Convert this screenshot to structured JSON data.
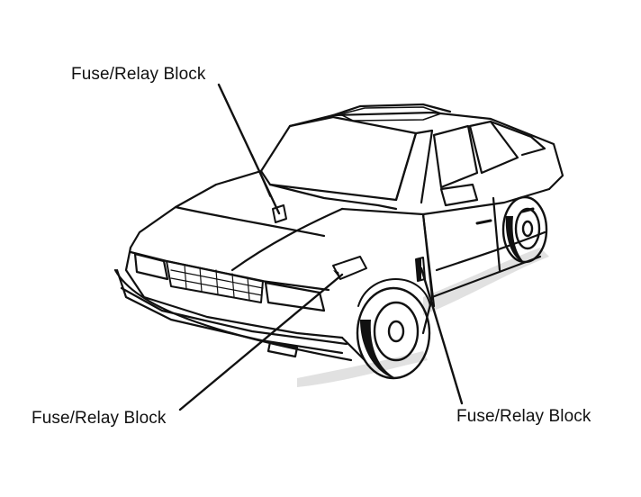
{
  "labels": {
    "top": "Fuse/Relay Block",
    "left": "Fuse/Relay Block",
    "right": "Fuse/Relay Block"
  },
  "colors": {
    "ink": "#111111",
    "background": "#ffffff"
  }
}
